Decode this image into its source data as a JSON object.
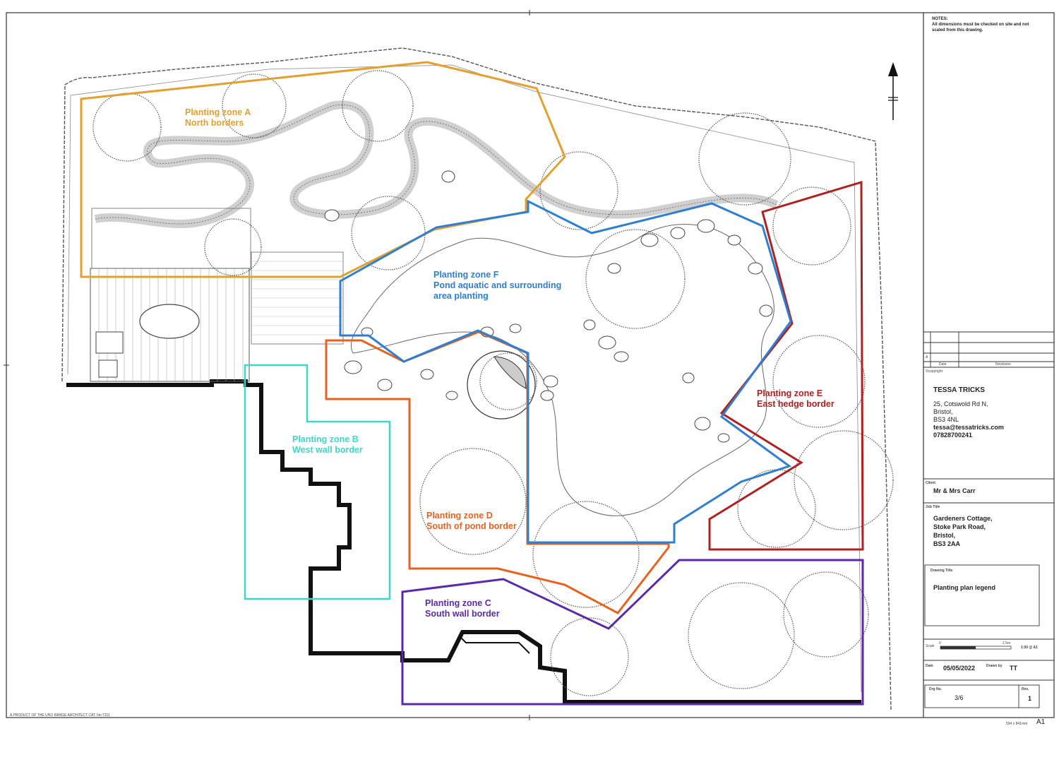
{
  "colors": {
    "zone_a": "#e3a02e",
    "zone_b": "#3fd6c6",
    "zone_c": "#5a2aa8",
    "zone_d": "#e8621f",
    "zone_e": "#b02020",
    "zone_f": "#2f7fd0",
    "wall": "#111111",
    "line": "#555555"
  },
  "zones": {
    "a": {
      "line1": "Planting zone A",
      "line2": "North borders"
    },
    "b": {
      "line1": "Planting zone B",
      "line2": "West wall border"
    },
    "c": {
      "line1": "Planting zone C",
      "line2": "South wall border"
    },
    "d": {
      "line1": "Planting zone D",
      "line2": "South of pond border"
    },
    "e": {
      "line1": "Planting zone E",
      "line2": "East hedge border"
    },
    "f": {
      "line1": "Planting zone F",
      "line2": "Pond aquatic and surrounding",
      "line3": "area planting"
    }
  },
  "title_block": {
    "notes_label": "NOTES:",
    "notes_text_1": "All dimensions must be checked on site and not",
    "notes_text_2": "scaled from this drawing.",
    "rev_col_a": "A",
    "rev_col_date": "Date",
    "rev_col_revisions": "Revisions",
    "copyright": "©copyright",
    "company": "TESSA TRICKS",
    "address_1": "25, Cotswold Rd N,",
    "address_2": "Bristol,",
    "address_3": "BS3 4NL",
    "email": "tessa@tessatricks.com",
    "phone": "07828700241",
    "client_label": "Client",
    "client": "Mr & Mrs Carr",
    "job_title_label": "Job Title",
    "job_1": "Gardeners Cottage,",
    "job_2": "Stoke Park Road,",
    "job_3": "Bristol,",
    "job_4": "BS3 2AA",
    "drawing_title_label": "Drawing Title",
    "drawing_title": "Planting plan legend",
    "scale_label": "Scale",
    "scale_0": "0",
    "scale_25": "2.5m",
    "scale_value": "1:50 @ A1",
    "date_label": "Date",
    "date": "05/05/2022",
    "drawn_by_label": "Drawn by",
    "drawn_by": "TT",
    "drg_no_label": "Drg No.",
    "drg_no": "3/6",
    "rev_label": "Rev.",
    "rev": "1"
  },
  "footer": {
    "product_note": "A PRODUCT OF THE UNO RANGE ARCHITECT CAT. No 7311",
    "paper_size": "594 x 841mm",
    "sheet_size": "A1"
  }
}
